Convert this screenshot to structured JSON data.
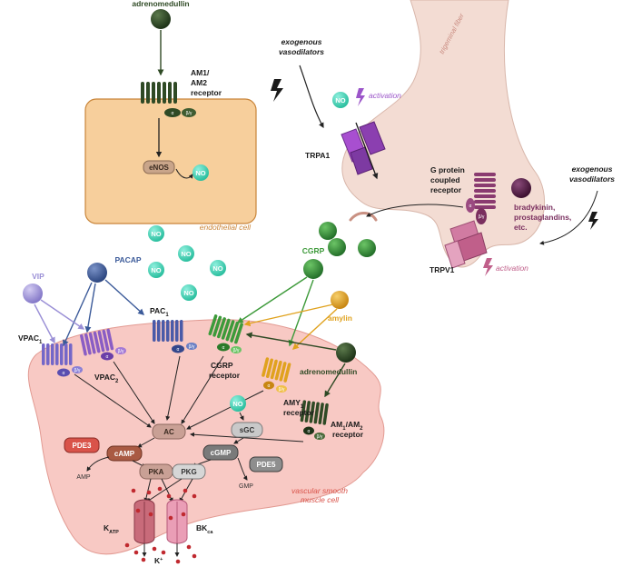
{
  "colors": {
    "dark_green": "#2f4a25",
    "cgrp_green": "#3d9a3a",
    "amylin_orange": "#e0a21e",
    "no_teal": "#3fd1b5",
    "pacap_blue": "#3b5a99",
    "vip_lavender": "#9a8fd6",
    "vpac2_purple": "#8a5dc4",
    "trpa1_purple": "#8b3fb0",
    "trpv1_pink": "#c05f8a",
    "gpcr_plum": "#7a2f5f",
    "smooth_muscle": "#f8c9c4",
    "endothelial": "#f7cf9c",
    "trigeminal": "#f3dcd3",
    "ion_red": "#c0292f"
  },
  "labels": {
    "adrenomedullin_top": "adrenomedullin",
    "am_receptor_top_line1": "AM1/",
    "am_receptor_top_line2": "AM2",
    "am_receptor_top_line3": "receptor",
    "enos": "eNOS",
    "endothelial_cell": "endothelial cell",
    "exo_vaso_top_line1": "exogenous",
    "exo_vaso_top_line2": "vasodilators",
    "activation_top": "activation",
    "trpa1": "TRPA1",
    "trigeminal_fiber": "trigeminal fiber",
    "gpcr_line1": "G protein",
    "gpcr_line2": "coupled",
    "gpcr_line3": "receptor",
    "bk_line1": "bradykinin,",
    "bk_line2": "prostaglandins,",
    "bk_line3": "etc.",
    "exo_vaso_right_line1": "exogenous",
    "exo_vaso_right_line2": "vasodilators",
    "trpv1": "TRPV1",
    "activation_bottom": "activation",
    "cgrp": "CGRP",
    "pacap": "PACAP",
    "vip": "VIP",
    "pac1": "PAC",
    "pac1_sub": "1",
    "vpac1": "VPAC",
    "vpac1_sub": "1",
    "vpac2": "VPAC",
    "vpac2_sub": "2",
    "cgrp_receptor_line1": "CGRP",
    "cgrp_receptor_line2": "receptor",
    "amylin": "amylin",
    "adrenomedullin_bottom": "adrenomedullin",
    "amy1_line1": "AMY",
    "amy1_sub": "1",
    "amy1_line2": "receptor",
    "am_receptor_bottom_line1": "AM",
    "am_receptor_bottom_sub1": "1",
    "am_receptor_bottom_mid": "/AM",
    "am_receptor_bottom_sub2": "2",
    "am_receptor_bottom_line2": "receptor",
    "ac": "AC",
    "sgc": "sGC",
    "pde3": "PDE3",
    "camp": "cAMP",
    "cgmp": "cGMP",
    "pde5": "PDE5",
    "amp": "AMP",
    "gmp": "GMP",
    "pka": "PKA",
    "pkg": "PKG",
    "katp": "K",
    "katp_sub": "ATP",
    "bkca": "BK",
    "bkca_sub": "ca",
    "kplus": "K",
    "kplus_sup": "+",
    "vsm_line1": "vascular smooth",
    "vsm_line2": "muscle cell",
    "no": "NO",
    "alpha": "α",
    "beta_gamma": "β/γ"
  }
}
